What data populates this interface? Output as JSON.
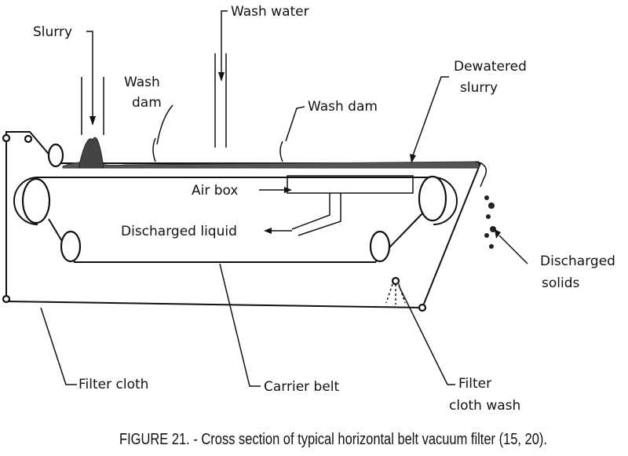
{
  "labels": {
    "slurry": "Slurry",
    "wash_water": "Wash water",
    "wash_dam_left_1": "Wash",
    "wash_dam_left_2": "dam",
    "wash_dam_right": "Wash dam",
    "dewatered_1": "Dewatered",
    "dewatered_2": "slurry",
    "air_box": "Air box",
    "discharged_liquid": "Discharged liquid",
    "discharged_solids_1": "Discharged",
    "discharged_solids_2": "solids",
    "filter_cloth": "Filter cloth",
    "carrier_belt": "Carrier belt",
    "filter_cloth_wash_1": "Filter",
    "filter_cloth_wash_2": "cloth wash"
  },
  "caption": "FIGURE 21. - Cross section of typical horizontal belt vacuum filter (15, 20)."
}
